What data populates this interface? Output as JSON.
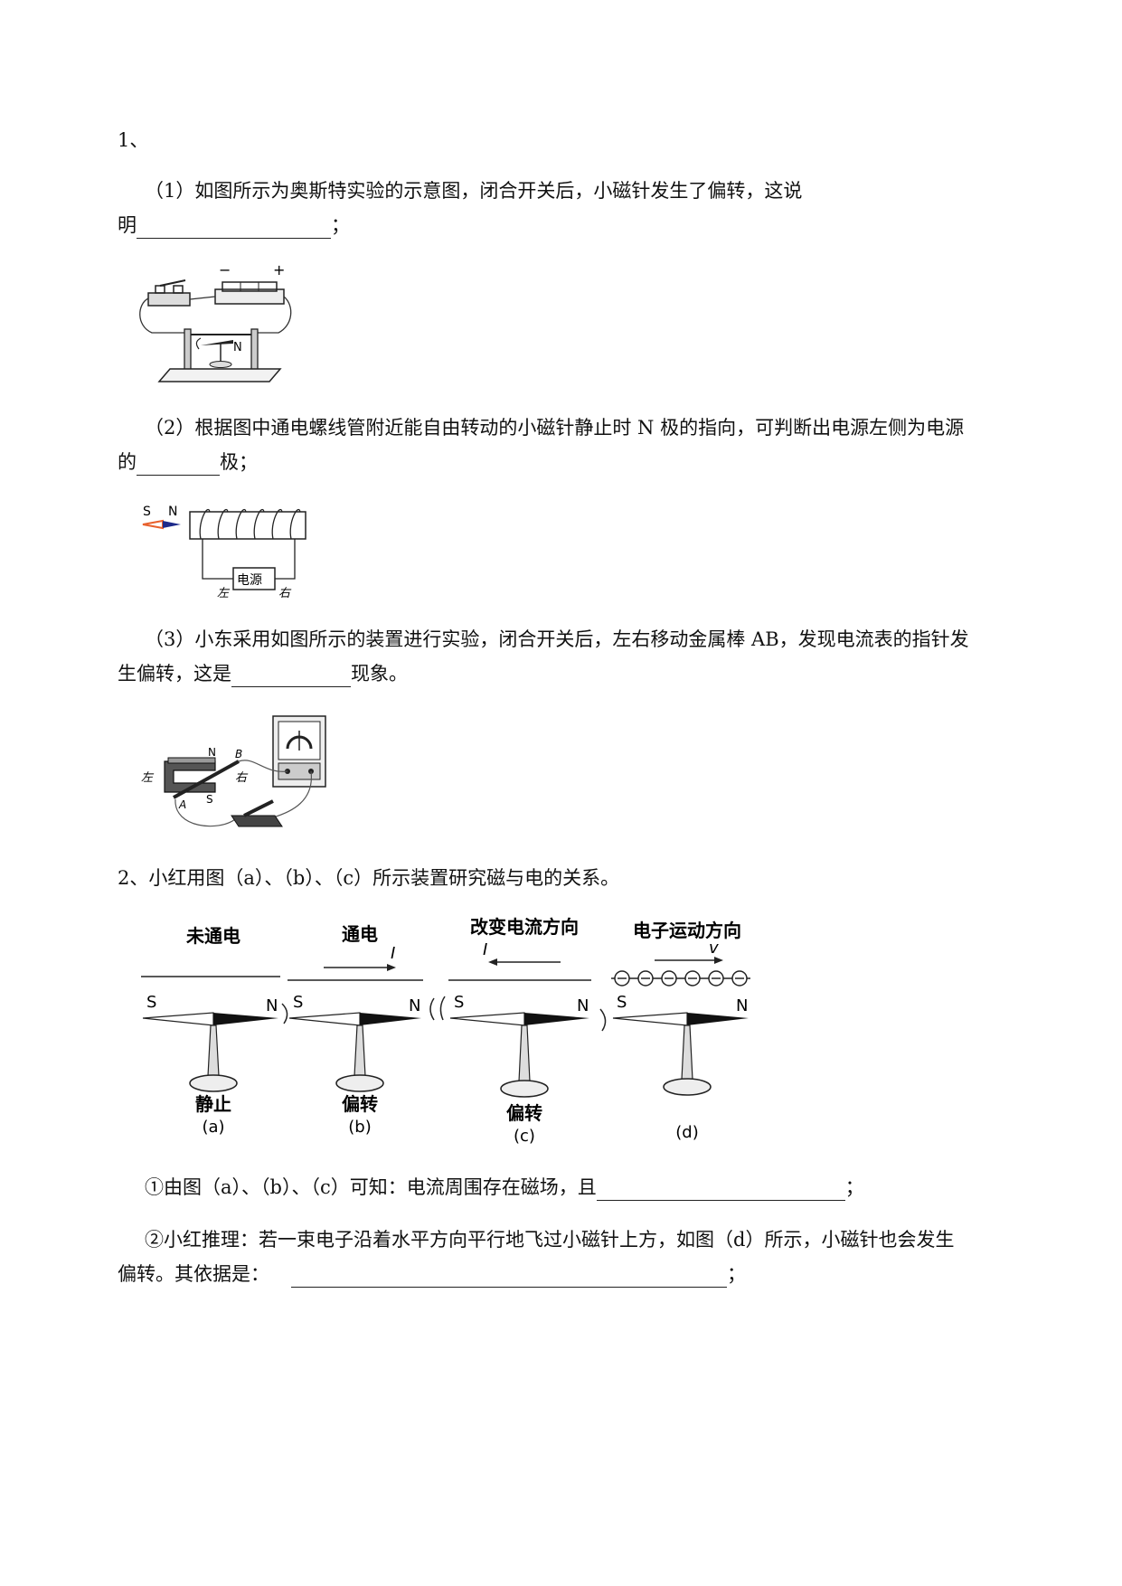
{
  "q1": {
    "number": "1、",
    "p1_line1": "（1）如图所示为奥斯特实验的示意图，闭合开关后，小磁针发生了偏转，这说",
    "p1_prefix": "明",
    "p1_suffix": "；",
    "fig1_labels": {
      "minus": "−",
      "plus": "+",
      "n": "N"
    },
    "p2_line1": "（2）根据图中通电螺线管附近能自由转动的小磁针静止时 N 极的指向，可判断出电源左侧为电源",
    "p2_prefix": "的",
    "p2_suffix": "极；",
    "fig2_labels": {
      "s": "S",
      "n": "N",
      "source": "电源",
      "left": "左",
      "right": "右"
    },
    "p3_line1": "（3）小东采用如图所示的装置进行实验，闭合开关后，左右移动金属棒 AB，发现电流表的指针发",
    "p3_prefix": "生偏转，这是",
    "p3_suffix": "现象。",
    "fig3_labels": {
      "left": "左",
      "right": "右",
      "n": "N",
      "s": "S",
      "a": "A",
      "b": "B"
    }
  },
  "q2": {
    "intro": "2、小红用图（a）、（b）、（c）所示装置研究磁与电的关系。",
    "panels": [
      {
        "top": "未通电",
        "arrow": "",
        "bottom": "静止",
        "caption": "(a)"
      },
      {
        "top": "通电",
        "arrow": "I",
        "bottom": "偏转",
        "caption": "(b)"
      },
      {
        "top": "改变电流方向",
        "arrow": "I",
        "bottom": "偏转",
        "caption": "(c)"
      },
      {
        "top": "电子运动方向",
        "arrow": "v",
        "bottom": "",
        "caption": "(d)"
      }
    ],
    "pole_s": "S",
    "pole_n": "N",
    "sub1_text": "①由图（a）、（b）、（c）可知：电流周围存在磁场，且",
    "sub1_suffix": "；",
    "sub2_line1": "②小红推理：若一束电子沿着水平方向平行地飞过小磁针上方，如图（d）所示，小磁针也会发生",
    "sub2_prefix": "偏转。其依据是：",
    "sub2_suffix": "；"
  }
}
